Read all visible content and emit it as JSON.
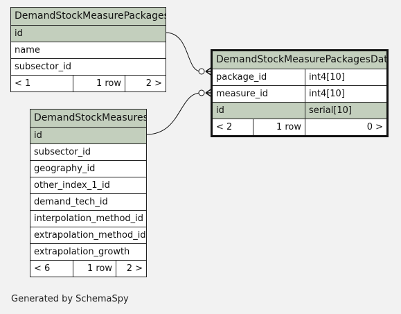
{
  "tables": {
    "packages": {
      "title": "DemandStockMeasurePackages",
      "columns": [
        "id",
        "name",
        "subsector_id"
      ],
      "footer": {
        "left": "< 1",
        "mid": "1 row",
        "right": "2 >"
      }
    },
    "measures": {
      "title": "DemandStockMeasures",
      "columns": [
        "id",
        "subsector_id",
        "geography_id",
        "other_index_1_id",
        "demand_tech_id",
        "interpolation_method_id",
        "extrapolation_method_id",
        "extrapolation_growth"
      ],
      "footer": {
        "left": "< 6",
        "mid": "1 row",
        "right": "2 >"
      }
    },
    "data": {
      "title": "DemandStockMeasurePackagesData",
      "columns": [
        {
          "name": "package_id",
          "type": "int4[10]"
        },
        {
          "name": "measure_id",
          "type": "int4[10]"
        },
        {
          "name": "id",
          "type": "serial[10]"
        }
      ],
      "footer": {
        "left": "< 2",
        "mid": "1 row",
        "right": "0 >"
      }
    }
  },
  "generated_by": "Generated by SchemaSpy",
  "colors": {
    "header": "#c3cfbd",
    "background": "#f2f2f2",
    "border": "#222222"
  }
}
